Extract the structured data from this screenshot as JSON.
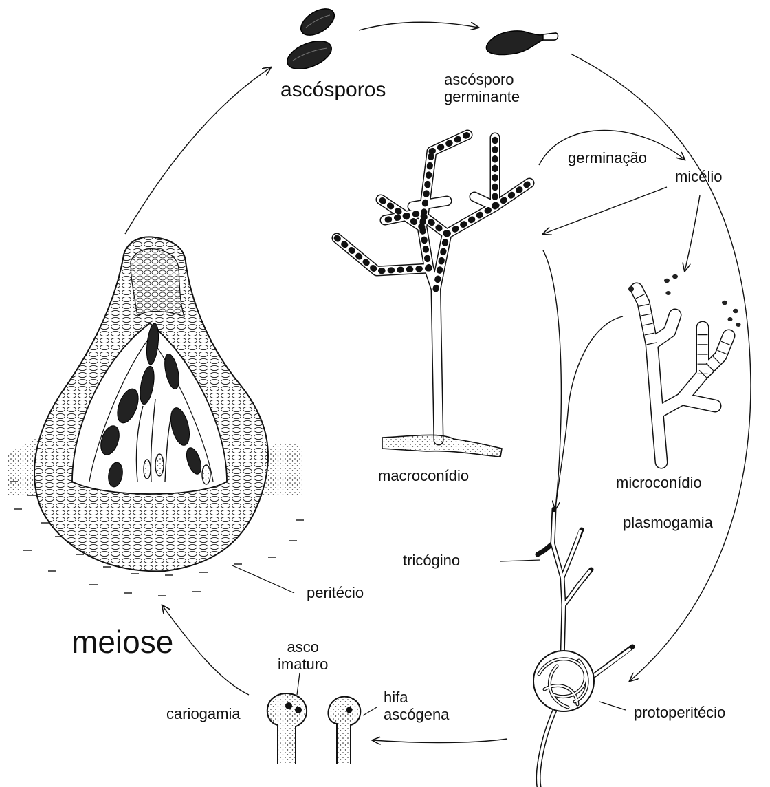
{
  "labels": {
    "ascosporos": "ascósporos",
    "ascosporo_germinante": "ascósporo\ngerminante",
    "germinacao": "germinação",
    "micelio": "micélio",
    "macroconidio": "macroconídio",
    "microconidio": "microconídio",
    "plasmogamia": "plasmogamia",
    "tricogino": "tricógino",
    "protoperitecio": "protoperitécio",
    "hifa_ascogena": "hifa\nascógena",
    "asco_imaturo": "asco\nimaturo",
    "cariogamia": "cariogamia",
    "meiose": "meiose",
    "peritecio": "peritécio"
  },
  "icons": {
    "ascospores": "ascospore-pair-icon",
    "germinating": "germinating-ascospore-icon",
    "mycelium": "branched-mycelium-icon",
    "microconidia": "microconidia-branch-icon",
    "protoperithecium": "protoperithecium-icon",
    "asci": "immature-ascus-icon",
    "perithecium": "perithecium-section-icon"
  }
}
